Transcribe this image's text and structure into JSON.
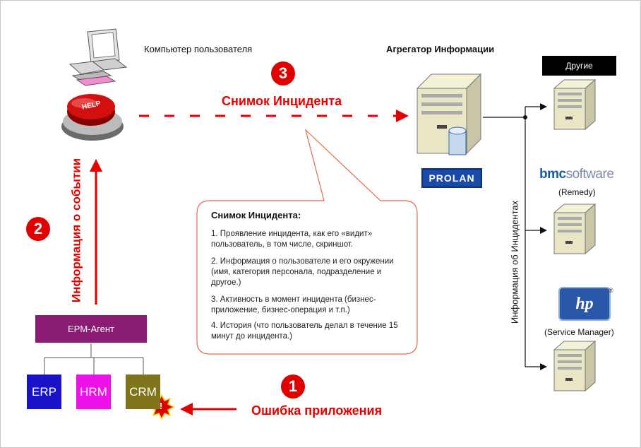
{
  "labels": {
    "user_computer": "Компьютер пользователя",
    "aggregator": "Агрегатор Информации",
    "snapshot_arrow": "Снимок Инцидента",
    "app_error": "Ошибка приложения",
    "event_info": "Информация о событии",
    "incident_info": "Информация об Инцидентах",
    "help_button": "HELP",
    "others": "Другие",
    "prolan_logo": "PROLAN",
    "bmc_logo_main": "bmc",
    "bmc_logo_sub": "software",
    "remedy": "(Remedy)",
    "hp_logo": "hp",
    "hp_registered": "®",
    "service_manager": "(Service Manager)",
    "alert_mark": "!"
  },
  "steps": [
    "1",
    "2",
    "3"
  ],
  "agent": {
    "label": "EPM-Агент",
    "apps": [
      "ERP",
      "HRM",
      "CRM"
    ]
  },
  "callout": {
    "title": "Снимок Инцидента:",
    "items": [
      "1. Проявление инцидента, как его «видит» пользователь, в том числе, скриншот.",
      "2. Информация о пользователе и его окружении (имя, категория персонала, подразделение и другое.)",
      "3. Активность в момент инцидента (бизнес-приложение, бизнес-операция и т.п.)",
      "4. История (что пользователь делал в течение 15 минут до инцидента.)"
    ]
  },
  "colors": {
    "accent_red": "#e60000",
    "agent_purple": "#8a1c74",
    "erp_blue": "#1a12c8",
    "hrm_magenta": "#ee10e8",
    "crm_olive": "#7f7419",
    "prolan_blue": "#1a4aa8"
  },
  "icons": {
    "user_computer": "desktop-computer-icon",
    "help_button": "help-button-icon",
    "aggregator": "server-with-database-icon",
    "target_servers": "server-icon",
    "alert": "alert-starburst-icon"
  }
}
